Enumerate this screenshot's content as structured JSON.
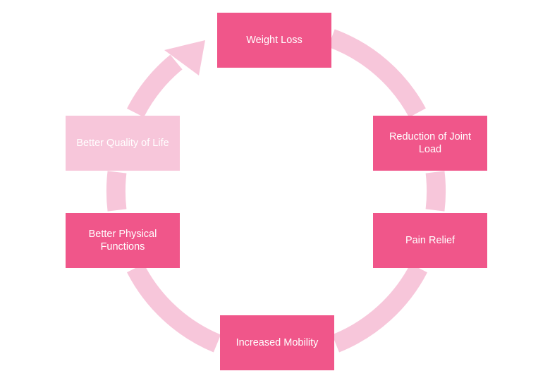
{
  "diagram": {
    "type": "cycle",
    "colors": {
      "node_primary": "#f0568a",
      "node_light": "#f7c6da",
      "ring": "#f7c6da",
      "text": "#ffffff"
    },
    "nodes": [
      {
        "id": "weight-loss",
        "label": "Weight Loss"
      },
      {
        "id": "joint-load",
        "label": "Reduction of Joint Load"
      },
      {
        "id": "pain-relief",
        "label": "Pain Relief"
      },
      {
        "id": "mobility",
        "label": "Increased Mobility"
      },
      {
        "id": "physical",
        "label": "Better Physical Functions"
      },
      {
        "id": "quality",
        "label": "Better Quality of Life"
      }
    ]
  }
}
